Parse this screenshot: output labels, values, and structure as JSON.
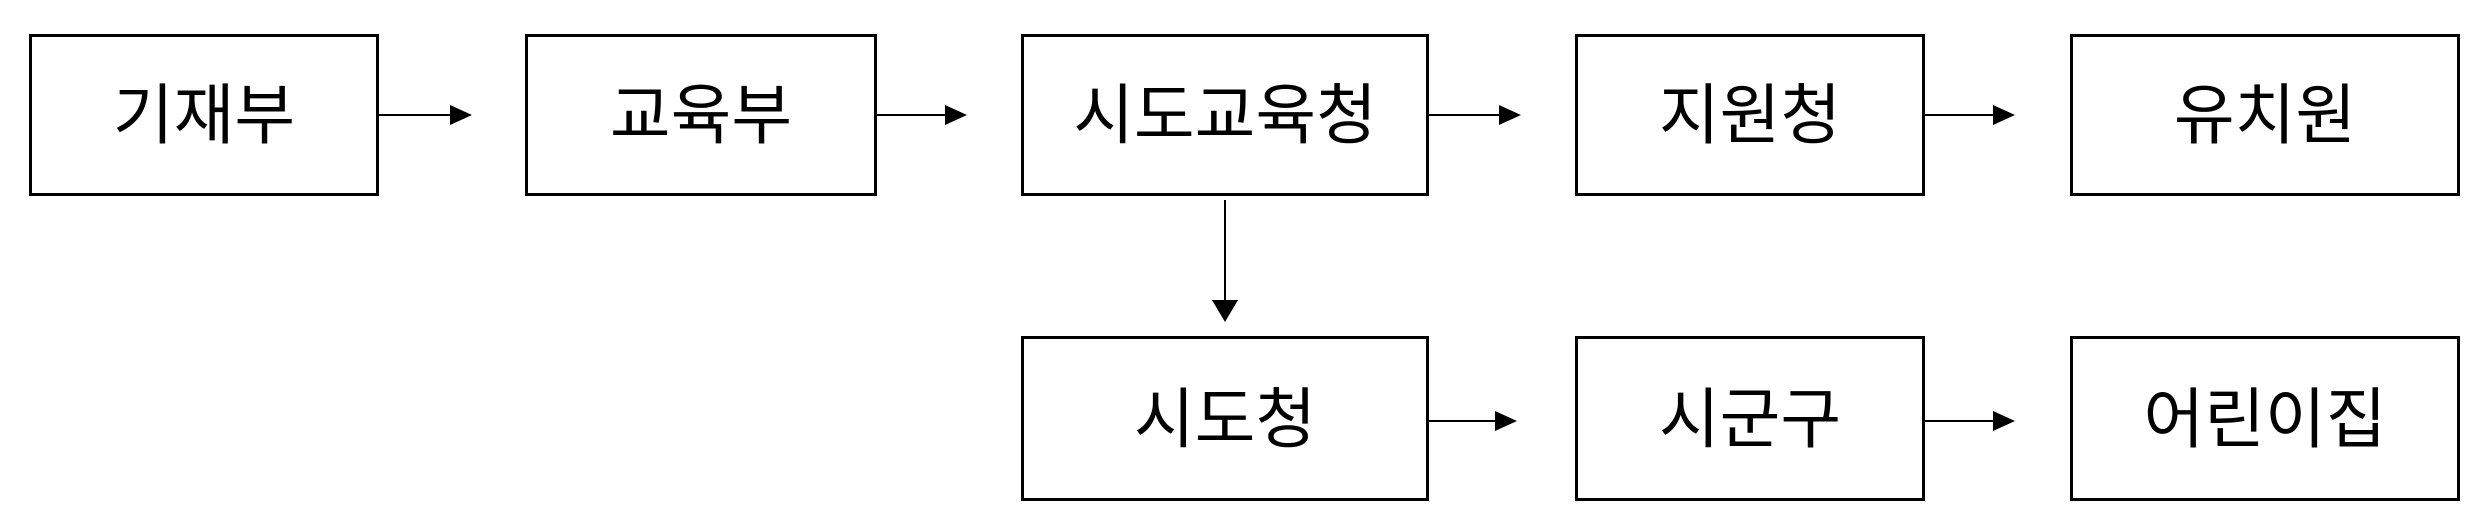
{
  "diagram": {
    "background_color": "#ffffff",
    "stroke_color": "#000000",
    "text_color": "#000000",
    "nodes": [
      {
        "id": "gijaebu",
        "label": "기재부",
        "row": 1,
        "col": 1
      },
      {
        "id": "gyoyukbu",
        "label": "교육부",
        "row": 1,
        "col": 2
      },
      {
        "id": "sido-gyoyukcheong",
        "label": "시도교육청",
        "row": 1,
        "col": 3
      },
      {
        "id": "jiwoncheong",
        "label": "지원청",
        "row": 1,
        "col": 4
      },
      {
        "id": "yuchiwon",
        "label": "유치원",
        "row": 1,
        "col": 5
      },
      {
        "id": "sidocheong",
        "label": "시도청",
        "row": 2,
        "col": 3
      },
      {
        "id": "sigungu",
        "label": "시군구",
        "row": 2,
        "col": 4
      },
      {
        "id": "eorinijip",
        "label": "어린이집",
        "row": 2,
        "col": 5
      }
    ],
    "edges": [
      {
        "from": "기재부",
        "to": "교육부",
        "direction": "right"
      },
      {
        "from": "교육부",
        "to": "시도교육청",
        "direction": "right"
      },
      {
        "from": "시도교육청",
        "to": "지원청",
        "direction": "right"
      },
      {
        "from": "지원청",
        "to": "유치원",
        "direction": "right"
      },
      {
        "from": "시도교육청",
        "to": "시도청",
        "direction": "down"
      },
      {
        "from": "시도청",
        "to": "시군구",
        "direction": "right"
      },
      {
        "from": "시군구",
        "to": "어린이집",
        "direction": "right"
      }
    ]
  }
}
